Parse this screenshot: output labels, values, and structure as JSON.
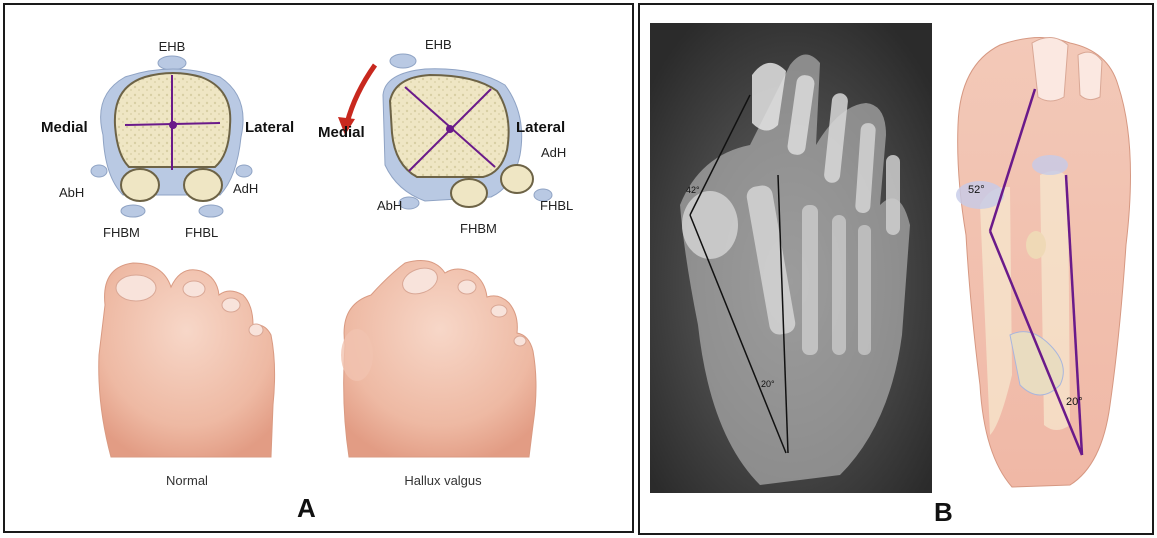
{
  "panel_a": {
    "letter": "A",
    "normal_section": {
      "labels": {
        "top": "EHB",
        "medial": "Medial",
        "lateral": "Lateral",
        "abh": "AbH",
        "adh": "AdH",
        "fhbm": "FHBM",
        "fhbl": "FHBL"
      }
    },
    "valgus_section": {
      "labels": {
        "top": "EHB",
        "medial": "Medial",
        "lateral": "Lateral",
        "adh": "AdH",
        "abh": "AbH",
        "fhbm": "FHBM",
        "fhbl": "FHBL"
      }
    },
    "captions": {
      "normal": "Normal",
      "valgus": "Hallux valgus"
    }
  },
  "panel_b": {
    "letter": "B",
    "xray_angles": {
      "hallux_valgus": "42°",
      "intermetatarsal": "20°"
    },
    "drawing_angles": {
      "hallux_valgus": "52°",
      "intermetatarsal": "20°"
    }
  },
  "colors": {
    "purple_axis": "#6a1a8a",
    "red_arrow": "#c8281e",
    "bone": "#efe6c4",
    "tendon_blue": "#b9c9e3",
    "skin": "#f0c1aa"
  }
}
